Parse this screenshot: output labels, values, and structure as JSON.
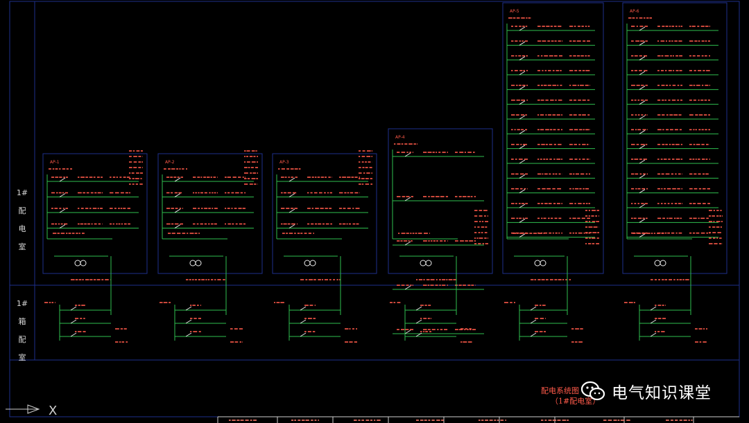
{
  "drawing": {
    "colors": {
      "background": "#000000",
      "frame": "#1e2f8c",
      "bus_line": "#2fbf4f",
      "text": "#ff5a4a",
      "device": "#e8e8e8"
    },
    "section_labels": {
      "upper": [
        "1#",
        "配",
        "电",
        "室"
      ],
      "lower": [
        "1#",
        "箱",
        "配",
        "室"
      ]
    },
    "panels": [
      "AP-1",
      "AP-2",
      "AP-3",
      "AP-4",
      "AP-5",
      "AP-6"
    ],
    "sheet_title": "配电系统图",
    "sheet_subtitle": "（1#配电室）",
    "axis_label": "X"
  },
  "watermark": {
    "icon": "wechat-icon",
    "text": "电气知识课堂"
  }
}
